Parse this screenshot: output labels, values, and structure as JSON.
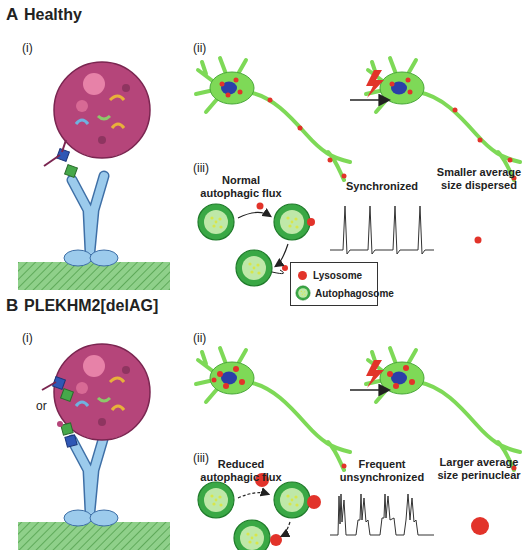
{
  "diagram": {
    "labels": [
      "A",
      "Healthy",
      "(i)",
      "(ii)",
      "(iii)",
      "Normal autophagic flux",
      "Synchronized",
      "Smaller average size dispersed",
      "B",
      "PLEKHM2[delAG]",
      "(i)",
      "(ii)",
      "(iii)",
      "or",
      "Reduced autophagic flux",
      "Frequent unsynchronized",
      "Larger average size perinuclear"
    ],
    "legend": [
      {
        "text": "Lysosome",
        "color": "#e2332a"
      },
      {
        "text": "Autophagosome"
      }
    ]
  }
}
